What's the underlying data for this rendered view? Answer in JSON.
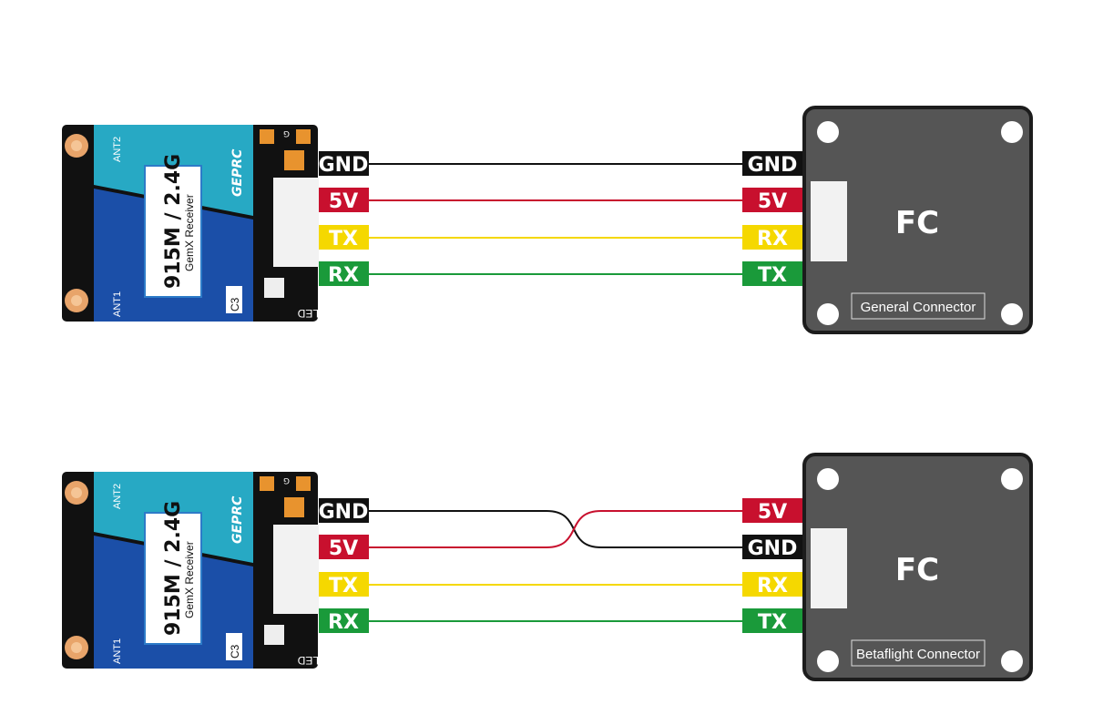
{
  "diagrams": [
    {
      "receiver": {
        "model": "915M / 2.4G",
        "subtitle": "GemX Receiver",
        "variant": "C3",
        "ant1": "ANT1",
        "ant2": "ANT2",
        "led": "LED",
        "brand": "GEPRC",
        "pad_label": "G"
      },
      "fc": {
        "title": "FC",
        "connector": "General Connector"
      },
      "left_pins": [
        {
          "label": "GND",
          "color": "#111111",
          "text_color": "#ffffff"
        },
        {
          "label": "5V",
          "color": "#c8102e",
          "text_color": "#ffffff"
        },
        {
          "label": "TX",
          "color": "#f5d800",
          "text_color": "#ffffff"
        },
        {
          "label": "RX",
          "color": "#1a9a3a",
          "text_color": "#ffffff"
        }
      ],
      "right_pins": [
        {
          "label": "GND",
          "color": "#111111"
        },
        {
          "label": "5V",
          "color": "#c8102e"
        },
        {
          "label": "RX",
          "color": "#f5d800"
        },
        {
          "label": "TX",
          "color": "#1a9a3a"
        }
      ],
      "wires": [
        {
          "from": 0,
          "to": 0,
          "color": "#111111"
        },
        {
          "from": 1,
          "to": 1,
          "color": "#c8102e"
        },
        {
          "from": 2,
          "to": 2,
          "color": "#f5d800"
        },
        {
          "from": 3,
          "to": 3,
          "color": "#1a9a3a"
        }
      ]
    },
    {
      "receiver": {
        "model": "915M / 2.4G",
        "subtitle": "GemX Receiver",
        "variant": "C3",
        "ant1": "ANT1",
        "ant2": "ANT2",
        "led": "LED",
        "brand": "GEPRC",
        "pad_label": "G"
      },
      "fc": {
        "title": "FC",
        "connector": "Betaflight Connector"
      },
      "left_pins": [
        {
          "label": "GND",
          "color": "#111111"
        },
        {
          "label": "5V",
          "color": "#c8102e"
        },
        {
          "label": "TX",
          "color": "#f5d800"
        },
        {
          "label": "RX",
          "color": "#1a9a3a"
        }
      ],
      "right_pins": [
        {
          "label": "5V",
          "color": "#c8102e"
        },
        {
          "label": "GND",
          "color": "#111111"
        },
        {
          "label": "RX",
          "color": "#f5d800"
        },
        {
          "label": "TX",
          "color": "#1a9a3a"
        }
      ],
      "wires": [
        {
          "from": 0,
          "to": 1,
          "color": "#111111"
        },
        {
          "from": 1,
          "to": 0,
          "color": "#c8102e"
        },
        {
          "from": 2,
          "to": 2,
          "color": "#f5d800"
        },
        {
          "from": 3,
          "to": 3,
          "color": "#1a9a3a"
        }
      ]
    }
  ]
}
